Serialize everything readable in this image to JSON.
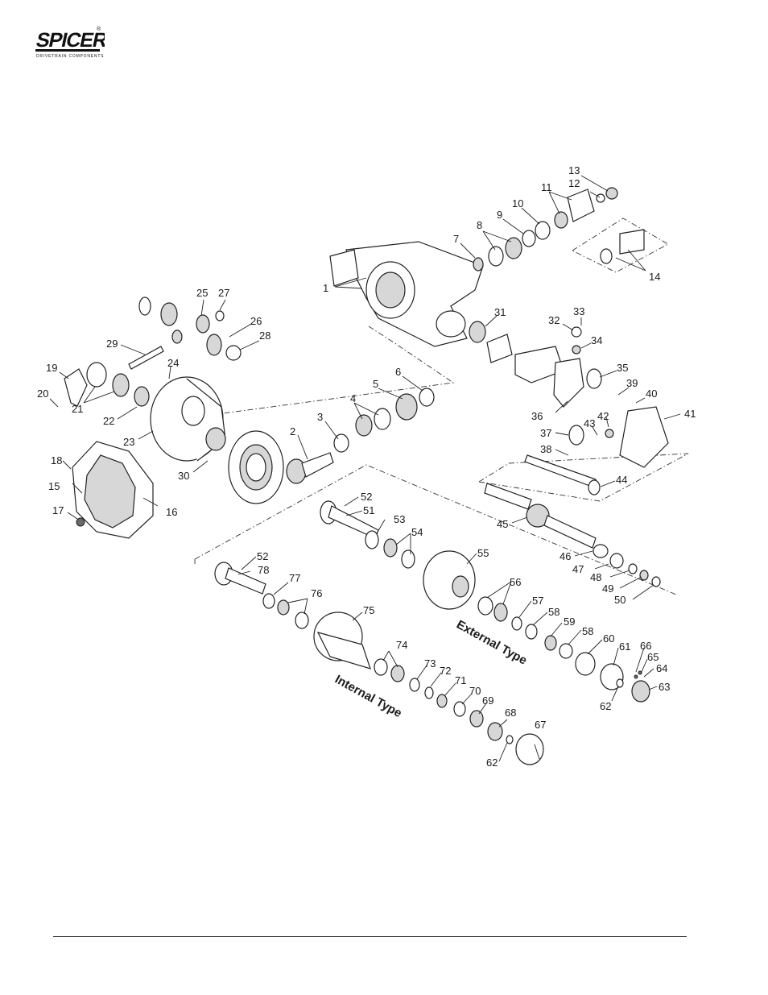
{
  "brand": {
    "name": "SPICER",
    "tagline": "DRIVETRAIN COMPONENTS",
    "mark": "®"
  },
  "captions": {
    "external": "External Type",
    "internal": "Internal Type"
  },
  "callouts": [
    "1",
    "2",
    "3",
    "4",
    "5",
    "6",
    "7",
    "8",
    "9",
    "10",
    "11",
    "12",
    "13",
    "14",
    "15",
    "16",
    "17",
    "18",
    "19",
    "20",
    "21",
    "22",
    "23",
    "24",
    "25",
    "26",
    "27",
    "28",
    "29",
    "30",
    "31",
    "32",
    "33",
    "34",
    "35",
    "36",
    "37",
    "38",
    "39",
    "40",
    "41",
    "42",
    "43",
    "44",
    "45",
    "46",
    "47",
    "48",
    "49",
    "50",
    "51",
    "52",
    "52",
    "53",
    "54",
    "55",
    "56",
    "57",
    "58",
    "58",
    "59",
    "60",
    "61",
    "62",
    "62",
    "63",
    "64",
    "65",
    "66",
    "67",
    "68",
    "69",
    "70",
    "71",
    "72",
    "73",
    "74",
    "75",
    "76",
    "77",
    "78"
  ]
}
